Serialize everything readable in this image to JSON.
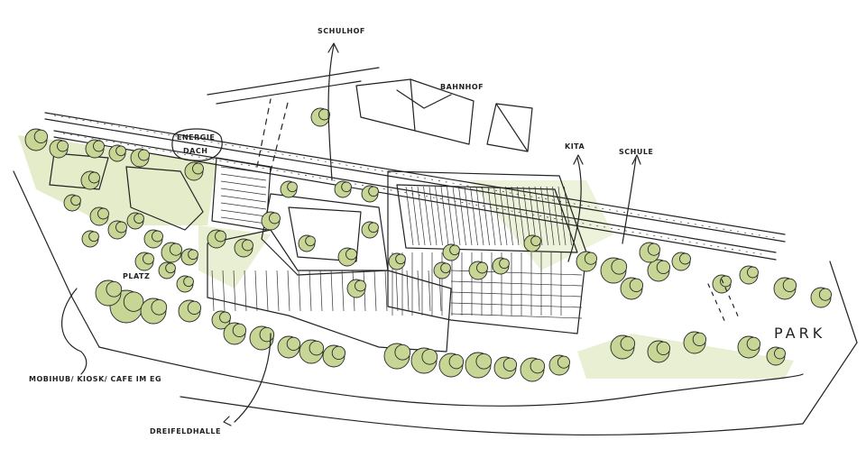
{
  "labels": {
    "schulhof": "SCHULHOF",
    "bahnhof": "BAHNHOF",
    "energie_dach": "ENERGIE DACH",
    "energie_line1": "ENERGIE",
    "energie_line2": "DACH",
    "kita": "KITA",
    "schule": "SCHULE",
    "platz": "PLATZ",
    "park": "PARK",
    "mobihub": "MOBIHUB/ KIOSK/ CAFE IM EG",
    "dreifeldhalle": "DREIFELDHALLE"
  },
  "colors": {
    "tree_fill": "#c7d695",
    "ink": "#222222",
    "green_area": "#d3dfa6"
  }
}
